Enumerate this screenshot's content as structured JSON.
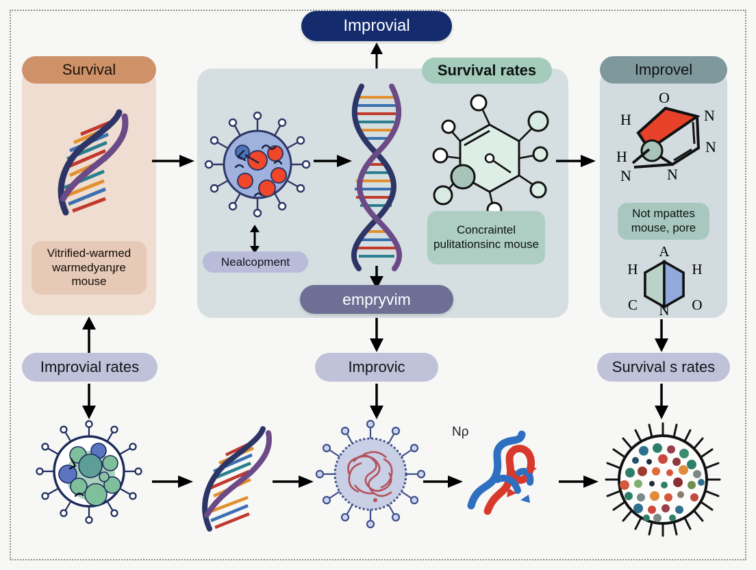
{
  "diagram": {
    "title_banner": "Improvial",
    "mid_banner": "empryvim",
    "frame_style": "dotted"
  },
  "colors": {
    "background": "#f7f7f5",
    "banner_navy": "#142c6e",
    "banner_purple": "#6d6f94",
    "pill_lavender": "#bfc2d8",
    "card_peach": "#f0ddd2",
    "card_grey": "#d5dee1",
    "header_orange": "#cf9168",
    "header_green": "#a5cbbd",
    "header_slate": "#7f989c",
    "chip_peach": "#e6c9b6",
    "chip_green": "#aecdc3",
    "accent_red": "#e8412a",
    "accent_blue": "#3f5fa8",
    "arrow_black": "#000000"
  },
  "cards": [
    {
      "id": "survival",
      "header": "Survival",
      "icon": "dna-helix-icon",
      "caption": "Vitrified-warmed warmedyanɟre mouse"
    },
    {
      "id": "process",
      "header": "",
      "icon": "virus-particle-icon",
      "sub_pill": "Nealcopment"
    },
    {
      "id": "survival-rates",
      "header": "Survival rates",
      "icon": "molecule-hexagon-icon",
      "caption": "Concraintel pulitationsinc mouse"
    },
    {
      "id": "improvel",
      "header": "Improvel",
      "icon": "purine-ring-icon",
      "caption": "Not mpattes mouse, pore",
      "icon2": "chair-ring-icon"
    }
  ],
  "chemistry": {
    "purine_labels": [
      "O",
      "N",
      "H",
      "N",
      "H",
      "N",
      "N"
    ],
    "chair_labels": [
      "A",
      "H",
      "H",
      "C",
      "N",
      "O"
    ]
  },
  "bottom_pills": [
    {
      "id": "improvial-rates",
      "label": "Improvial rates"
    },
    {
      "id": "improvic",
      "label": "Improvic"
    },
    {
      "id": "survival-s-rates",
      "label": "Survival s rates"
    }
  ],
  "bottom_row": {
    "items": [
      {
        "id": "cell-organelles",
        "icon": "cell-with-organelles-icon"
      },
      {
        "id": "dna-strand",
        "icon": "dna-helix-icon"
      },
      {
        "id": "virion-rna",
        "icon": "virion-coiled-rna-icon"
      },
      {
        "id": "protein-ribbon",
        "icon": "protein-ribbon-icon",
        "label": "Nρ"
      },
      {
        "id": "capsid-dots",
        "icon": "spiky-capsid-icon"
      }
    ],
    "arrow_count": 4
  }
}
